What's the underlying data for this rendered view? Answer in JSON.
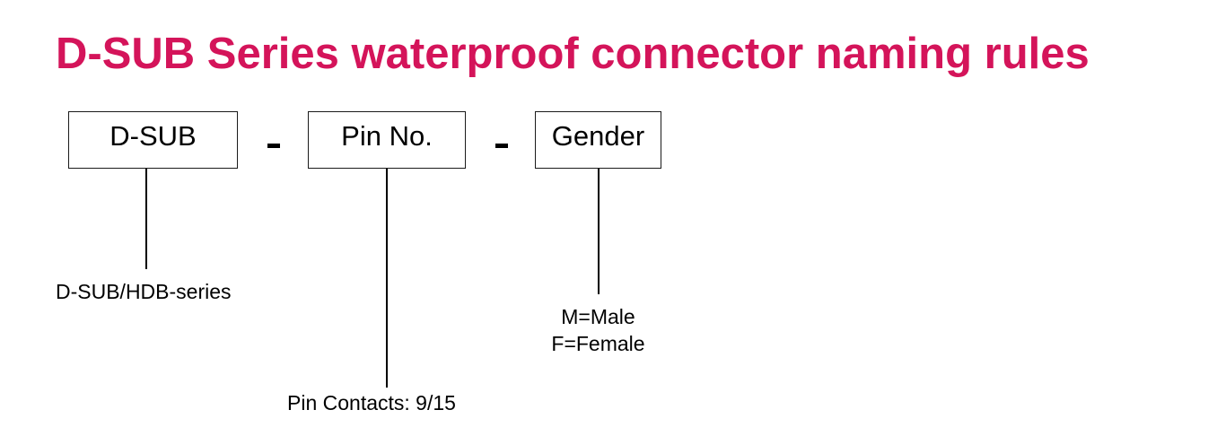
{
  "title": {
    "text": "D-SUB Series waterproof connector naming rules",
    "color": "#d4145a"
  },
  "segments": [
    {
      "label": "D-SUB",
      "description": [
        "D-SUB/HDB-series"
      ]
    },
    {
      "label": "Pin No.",
      "description": [
        "Pin Contacts: 9/15"
      ]
    },
    {
      "label": "Gender",
      "description": [
        "M=Male",
        "F=Female"
      ]
    }
  ],
  "separator": "dash"
}
